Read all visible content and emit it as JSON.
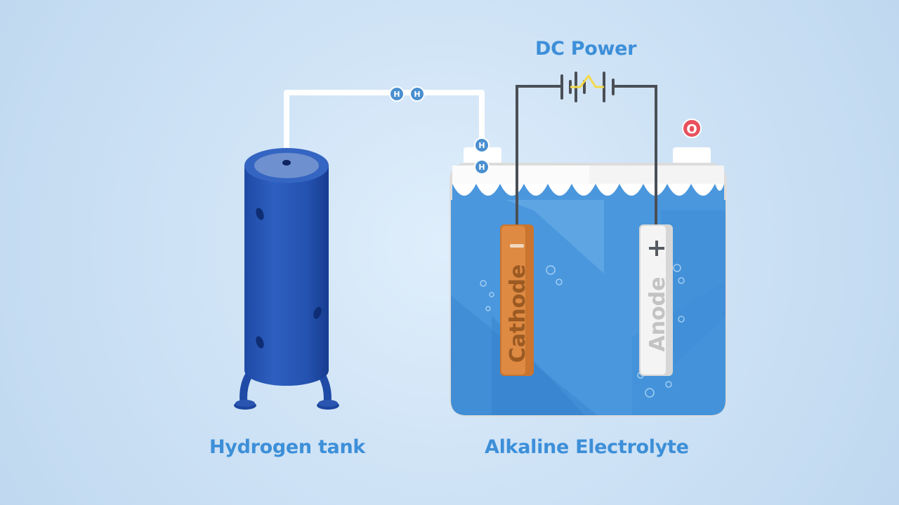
{
  "labels": {
    "dc_power": "DC Power",
    "hydrogen_tank": "Hydrogen tank",
    "electrolyte": "Alkaline Electrolyte",
    "cathode": "Cathode",
    "anode": "Anode",
    "cathode_sign": "−",
    "anode_sign": "+",
    "hydrogen_symbol": "H",
    "oxygen_symbol": "O"
  },
  "colors": {
    "caption": "#3d8fd8",
    "tank": "#2a55b0",
    "cathode": "#d9843c",
    "anode": "#f0f0f0",
    "electrolyte": "#4a97dd",
    "hydrogen_atom": "#4a8fd0",
    "oxygen_atom": "#e8515d"
  }
}
